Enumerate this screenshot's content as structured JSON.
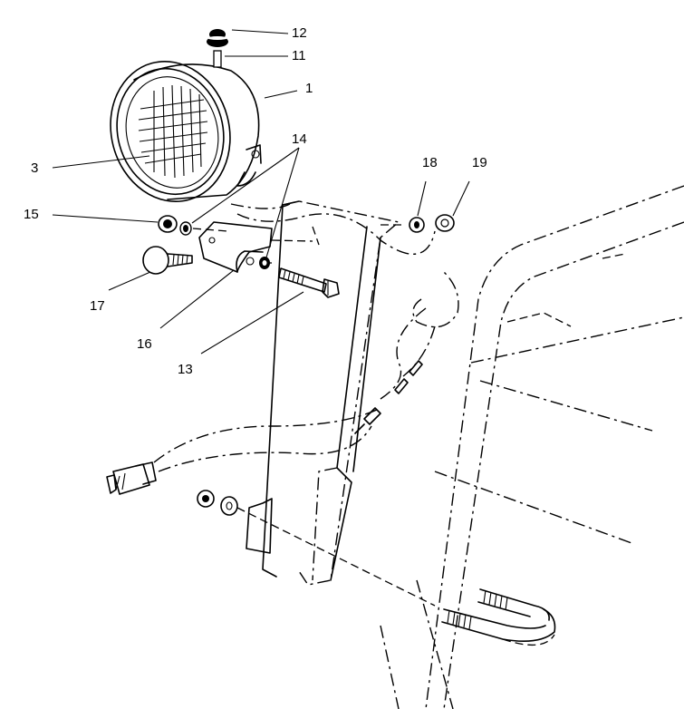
{
  "diagram": {
    "callouts": [
      {
        "id": "c12",
        "label": "12"
      },
      {
        "id": "c11",
        "label": "11"
      },
      {
        "id": "c1",
        "label": "1"
      },
      {
        "id": "c14",
        "label": "14"
      },
      {
        "id": "c3",
        "label": "3"
      },
      {
        "id": "c18",
        "label": "18"
      },
      {
        "id": "c19",
        "label": "19"
      },
      {
        "id": "c15",
        "label": "15"
      },
      {
        "id": "c17",
        "label": "17"
      },
      {
        "id": "c16",
        "label": "16"
      },
      {
        "id": "c13",
        "label": "13"
      }
    ]
  }
}
